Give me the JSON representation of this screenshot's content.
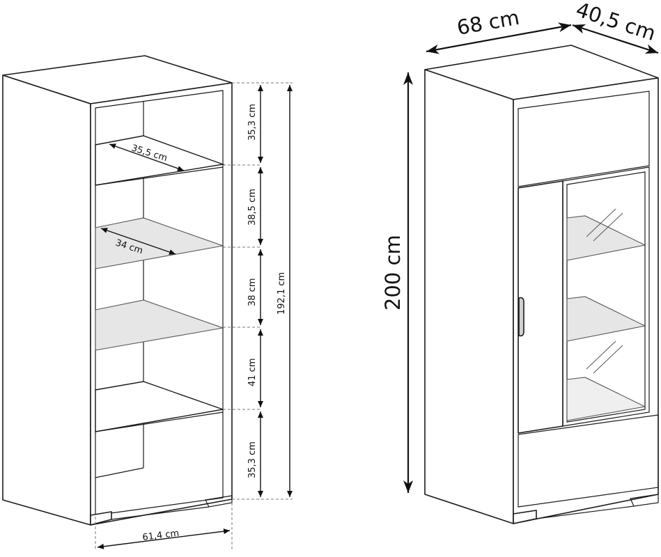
{
  "left_cabinet": {
    "labels": {
      "shelf_depth_top": "35,5 cm",
      "shelf_depth_glass": "34 cm",
      "gap1": "35,3 cm",
      "gap2": "38,5 cm",
      "gap3": "38 cm",
      "gap4": "41 cm",
      "gap5": "35,3 cm",
      "inner_height": "192,1 cm",
      "inner_width": "61,4 cm"
    }
  },
  "right_cabinet": {
    "labels": {
      "width": "68 cm",
      "depth": "40,5 cm",
      "height": "200 cm"
    }
  },
  "colors": {
    "line": "#1a1a1a",
    "glass": "#e6e6e6",
    "background": "#ffffff"
  }
}
